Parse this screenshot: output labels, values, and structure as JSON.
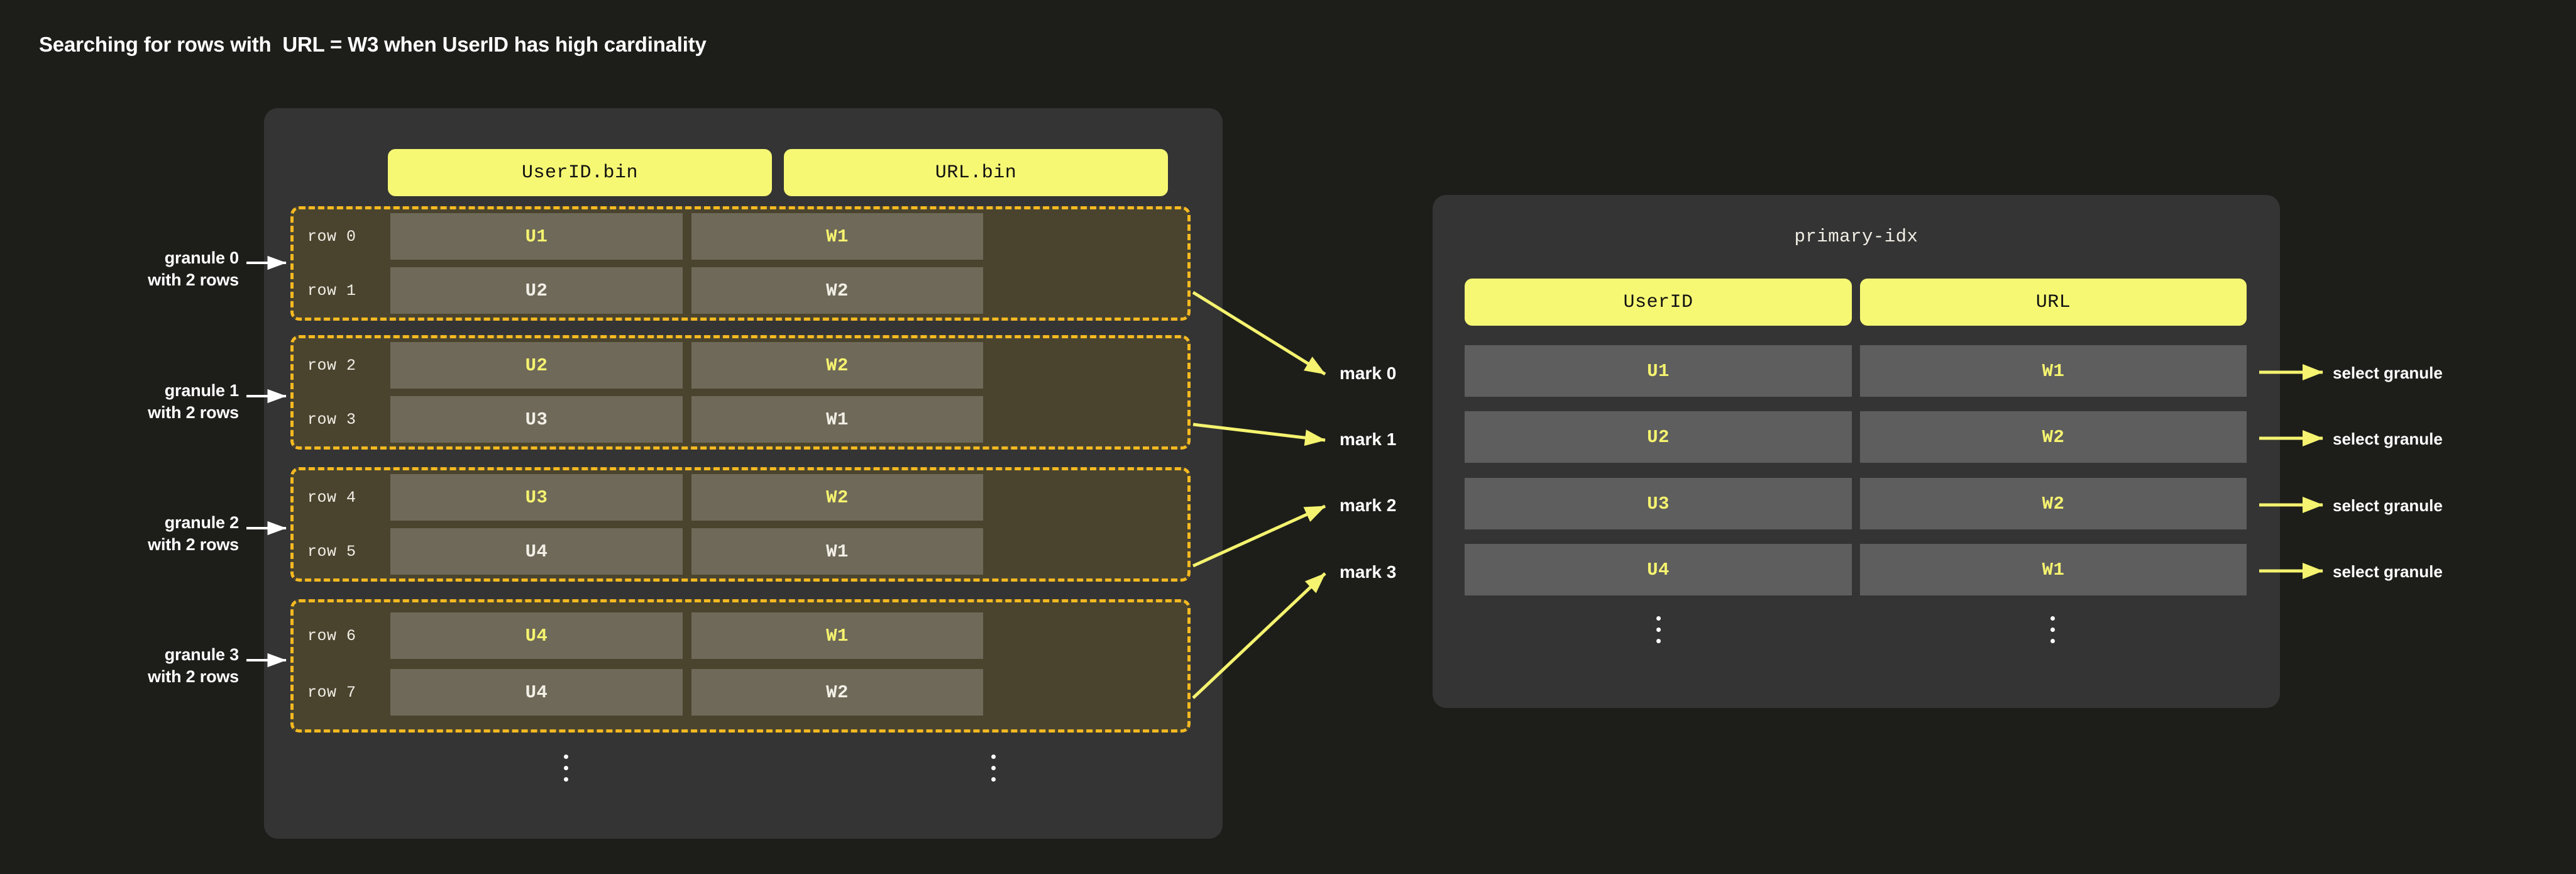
{
  "title": "Searching for rows with  URL = W3 when UserID has high cardinality",
  "colors": {
    "page_bg": "#1d1e1a",
    "panel_bg": "#343434",
    "pill_yellow": "#f6f874",
    "granule_bg": "#4a442f",
    "granule_border": "#f5b921",
    "data_cell": "#6f6959",
    "index_cell": "#5e5e5e",
    "arrow_yellow": "#f5f36f",
    "highlight_text": "#f5f36f",
    "normal_text": "#f2efe6"
  },
  "data_part": {
    "columns": [
      {
        "id": "userid",
        "label": "UserID.bin"
      },
      {
        "id": "url",
        "label": "URL.bin"
      }
    ],
    "ellipsis": "⋮",
    "granules": [
      {
        "note": "granule 0\nwith 2 rows",
        "mark": "mark 0",
        "rows": [
          {
            "label": "row 0",
            "userid": "U1",
            "url": "W1",
            "highlighted": true
          },
          {
            "label": "row 1",
            "userid": "U2",
            "url": "W2",
            "highlighted": false
          }
        ]
      },
      {
        "note": "granule 1\nwith 2 rows",
        "mark": "mark 1",
        "rows": [
          {
            "label": "row 2",
            "userid": "U2",
            "url": "W2",
            "highlighted": true
          },
          {
            "label": "row 3",
            "userid": "U3",
            "url": "W1",
            "highlighted": false
          }
        ]
      },
      {
        "note": "granule 2\nwith 2 rows",
        "mark": "mark 2",
        "rows": [
          {
            "label": "row 4",
            "userid": "U3",
            "url": "W2",
            "highlighted": true
          },
          {
            "label": "row 5",
            "userid": "U4",
            "url": "W1",
            "highlighted": false
          }
        ]
      },
      {
        "note": "granule 3\nwith 2 rows",
        "mark": "mark 3",
        "rows": [
          {
            "label": "row 6",
            "userid": "U4",
            "url": "W1",
            "highlighted": true
          },
          {
            "label": "row 7",
            "userid": "U4",
            "url": "W2",
            "highlighted": false
          }
        ]
      }
    ]
  },
  "index_part": {
    "title": "primary-idx",
    "columns": [
      {
        "id": "userid",
        "label": "UserID"
      },
      {
        "id": "url",
        "label": "URL"
      }
    ],
    "ellipsis": "⋮",
    "rows": [
      {
        "userid": "U1",
        "url": "W1",
        "action": "select granule"
      },
      {
        "userid": "U2",
        "url": "W2",
        "action": "select granule"
      },
      {
        "userid": "U3",
        "url": "W2",
        "action": "select granule"
      },
      {
        "userid": "U4",
        "url": "W1",
        "action": "select granule"
      }
    ]
  }
}
